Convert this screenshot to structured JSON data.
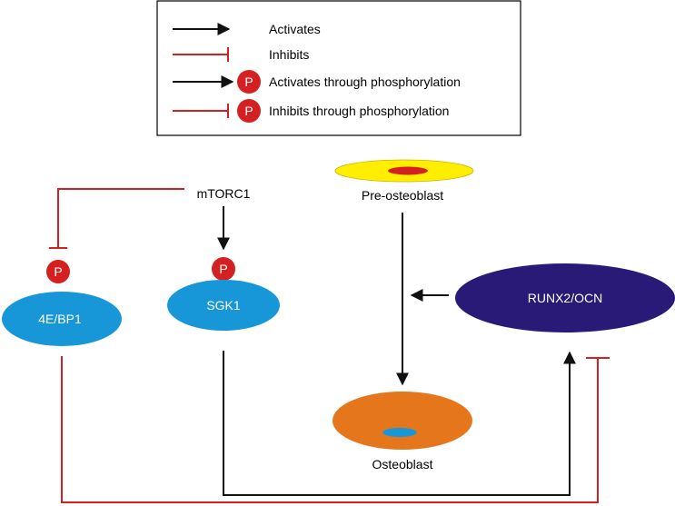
{
  "legend": {
    "activates": "Activates",
    "inhibits": "Inhibits",
    "activates_phos": "Activates through phosphorylation",
    "inhibits_phos": "Inhibits through phosphorylation",
    "p_symbol": "P"
  },
  "nodes": {
    "mtorc1": "mTORC1",
    "pre_osteoblast": "Pre-osteoblast",
    "osteoblast": "Osteoblast",
    "runx2_ocn": "RUNX2/OCN",
    "bp1": "4E/BP1",
    "sgk1": "SGK1"
  },
  "colors": {
    "activate": "#111111",
    "inhibit": "#d42020",
    "phospho": "#d42020",
    "blue_node": "#1796d8",
    "runx": "#2a1a78",
    "orange": "#e6761b",
    "yellow": "#ffee00",
    "nucleus_red": "#d42020",
    "nucleus_blue": "#1796d8"
  }
}
